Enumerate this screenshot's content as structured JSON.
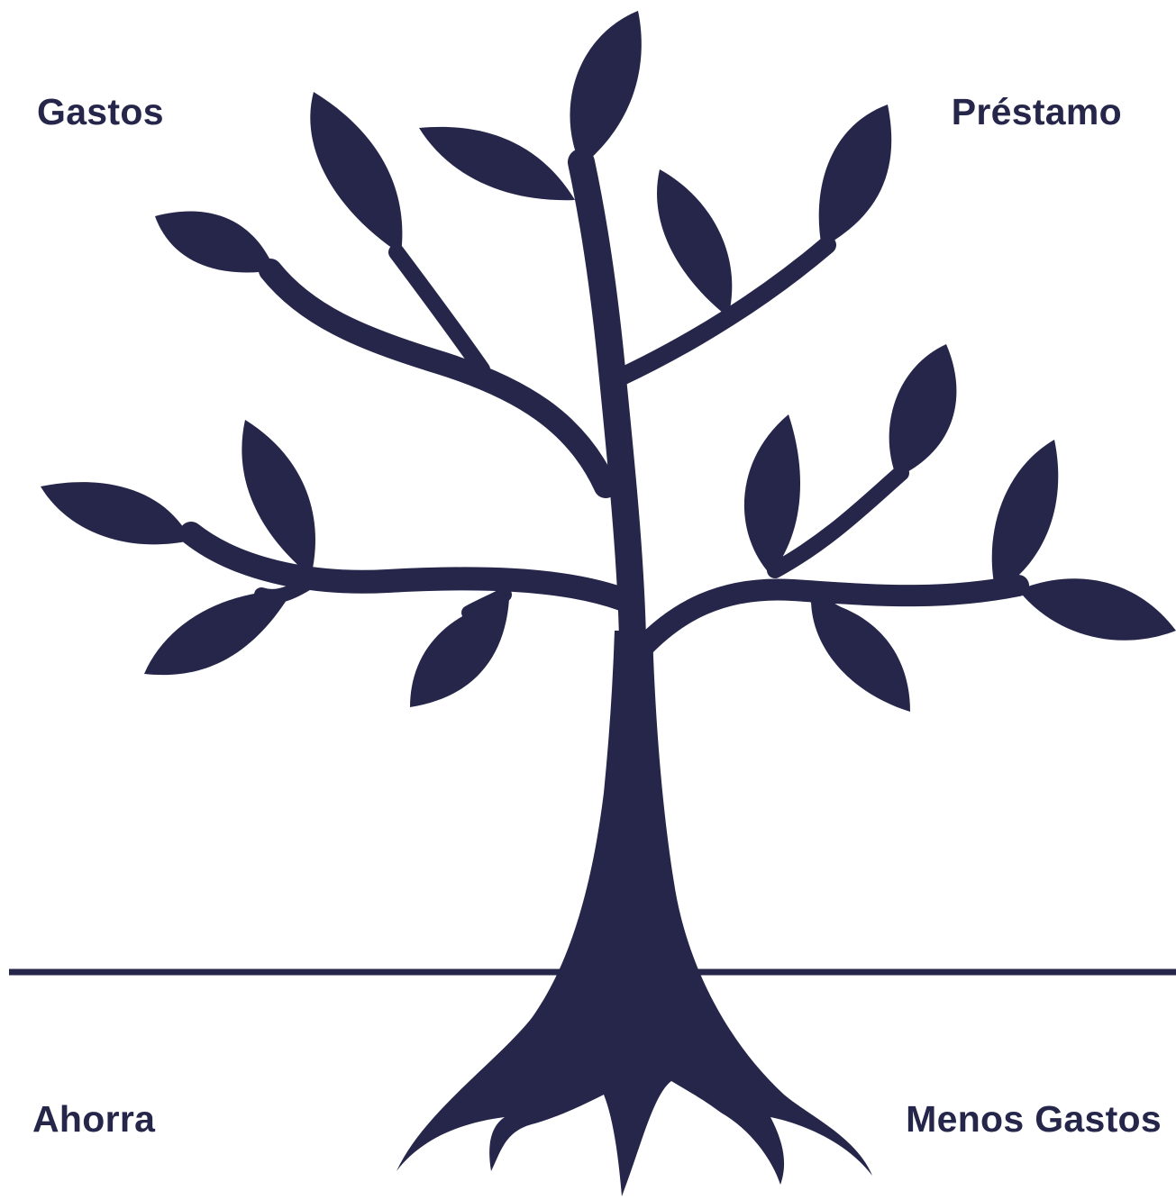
{
  "colors": {
    "ink": "#25264A",
    "background": "#FFFFFF"
  },
  "labels": {
    "top_left": "Gastos",
    "top_right": "Préstamo",
    "bottom_left": "Ahorra",
    "bottom_right": "Menos Gastos"
  }
}
